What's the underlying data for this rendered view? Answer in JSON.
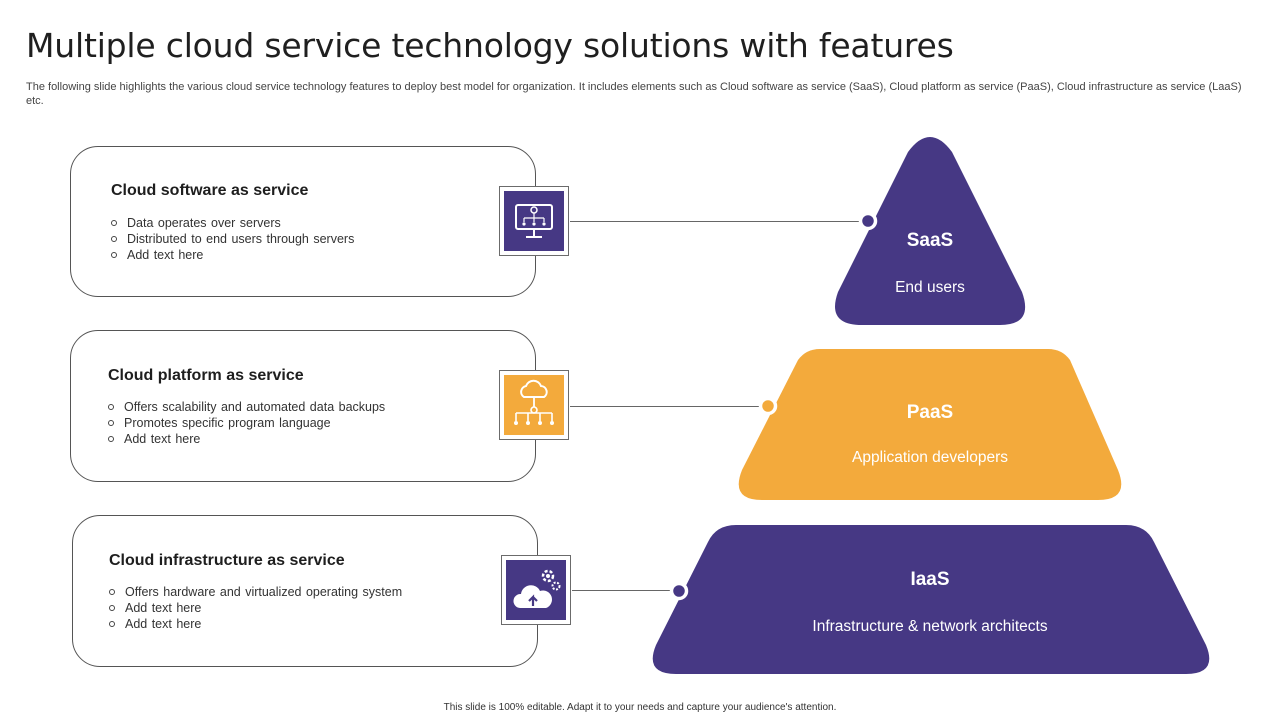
{
  "title": "Multiple cloud service technology solutions with features",
  "subtitle": "The following slide highlights the various cloud service technology features to deploy best model for organization. It includes elements such as Cloud software as service (SaaS), Cloud platform as service (PaaS), Cloud infrastructure as service (LaaS) etc.",
  "colors": {
    "purple": "#463884",
    "orange": "#f3aa3c"
  },
  "cards": [
    {
      "title": "Cloud software as service",
      "bullets": [
        "Data operates over servers",
        "Distributed to end users through servers",
        "Add text here"
      ],
      "icon": "monitor-network-icon"
    },
    {
      "title": "Cloud platform as service",
      "bullets": [
        "Offers  scalability and automated data backups",
        "Promotes  specific program  language",
        "Add text here"
      ],
      "icon": "cloud-network-icon"
    },
    {
      "title": "Cloud infrastructure as service",
      "bullets": [
        "Offers  hardware  and virtualized  operating  system",
        "Add text here",
        "Add text here"
      ],
      "icon": "cloud-upload-gears-icon"
    }
  ],
  "tiers": [
    {
      "name": "SaaS",
      "audience": "End users"
    },
    {
      "name": "PaaS",
      "audience": "Application developers"
    },
    {
      "name": "IaaS",
      "audience": "Infrastructure  & network architects"
    }
  ],
  "footer": "This slide is 100% editable.  Adapt it to your needs and capture your audience's attention."
}
